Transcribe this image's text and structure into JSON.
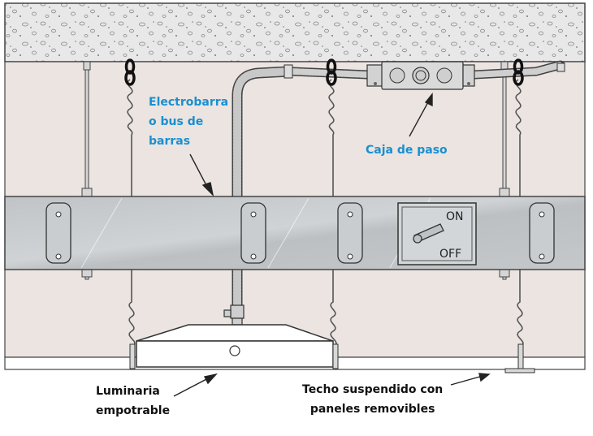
{
  "labels": {
    "busbar": [
      "Electrobarra",
      "o bus de",
      "barras"
    ],
    "junction_box": "Caja de paso",
    "luminaire": [
      "Luminaria",
      "empotrable"
    ],
    "ceiling": [
      "Techo suspendido con",
      "paneles removibles"
    ]
  },
  "switch": {
    "on": "ON",
    "off": "OFF"
  },
  "colors": {
    "callout_blue": "#1a8fd0",
    "busbar_fill": "#c3c7c9",
    "wall": "#ebe4e1",
    "concrete": "#e6e6e6"
  }
}
